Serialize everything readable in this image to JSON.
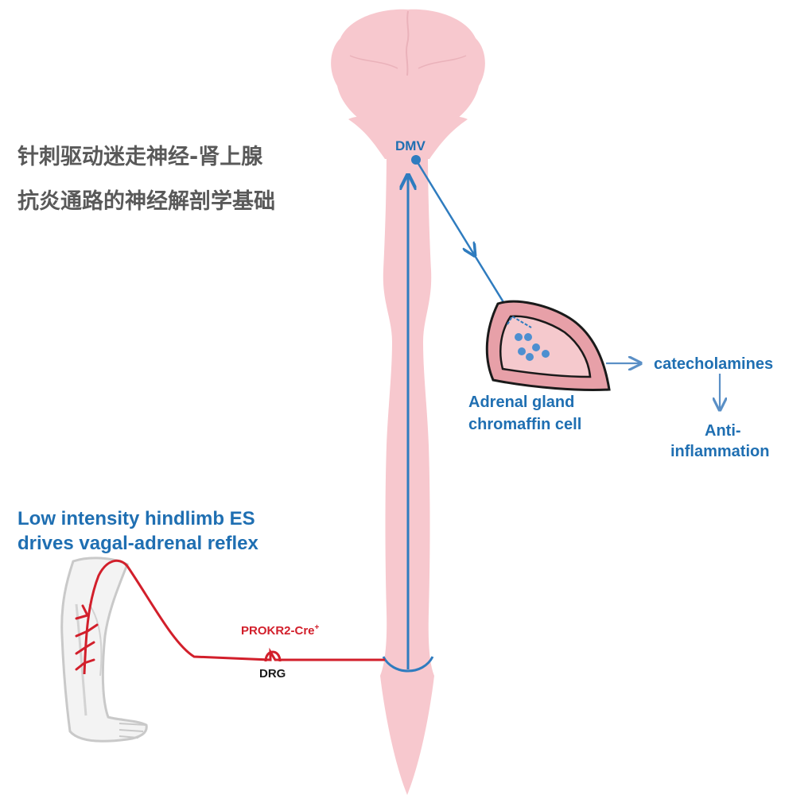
{
  "title": {
    "line1": "针刺驱动迷走神经-肾上腺",
    "line2": "抗炎通路的神经解剖学基础"
  },
  "labels": {
    "dmv": "DMV",
    "adrenal_line1": "Adrenal gland",
    "adrenal_line2": "chromaffin cell",
    "catecholamines": "catecholamines",
    "anti_line1": "Anti-",
    "anti_line2": "inflammation",
    "headline_line1": "Low intensity hindlimb ES",
    "headline_line2": "drives vagal-adrenal reflex",
    "prokr2": "PROKR2-Cre",
    "prokr2_sup": "+",
    "drg": "DRG"
  },
  "colors": {
    "pathway_blue": "#2f7cbf",
    "label_blue": "#1f6fb2",
    "sensory_red": "#d21f2b",
    "brain_pink": "#f7c8ce",
    "gland_outer": "#e7a0a8",
    "gland_inner": "#f5c9cd",
    "chromaffin_dot": "#4d8fd0",
    "title_gray": "#595959"
  }
}
